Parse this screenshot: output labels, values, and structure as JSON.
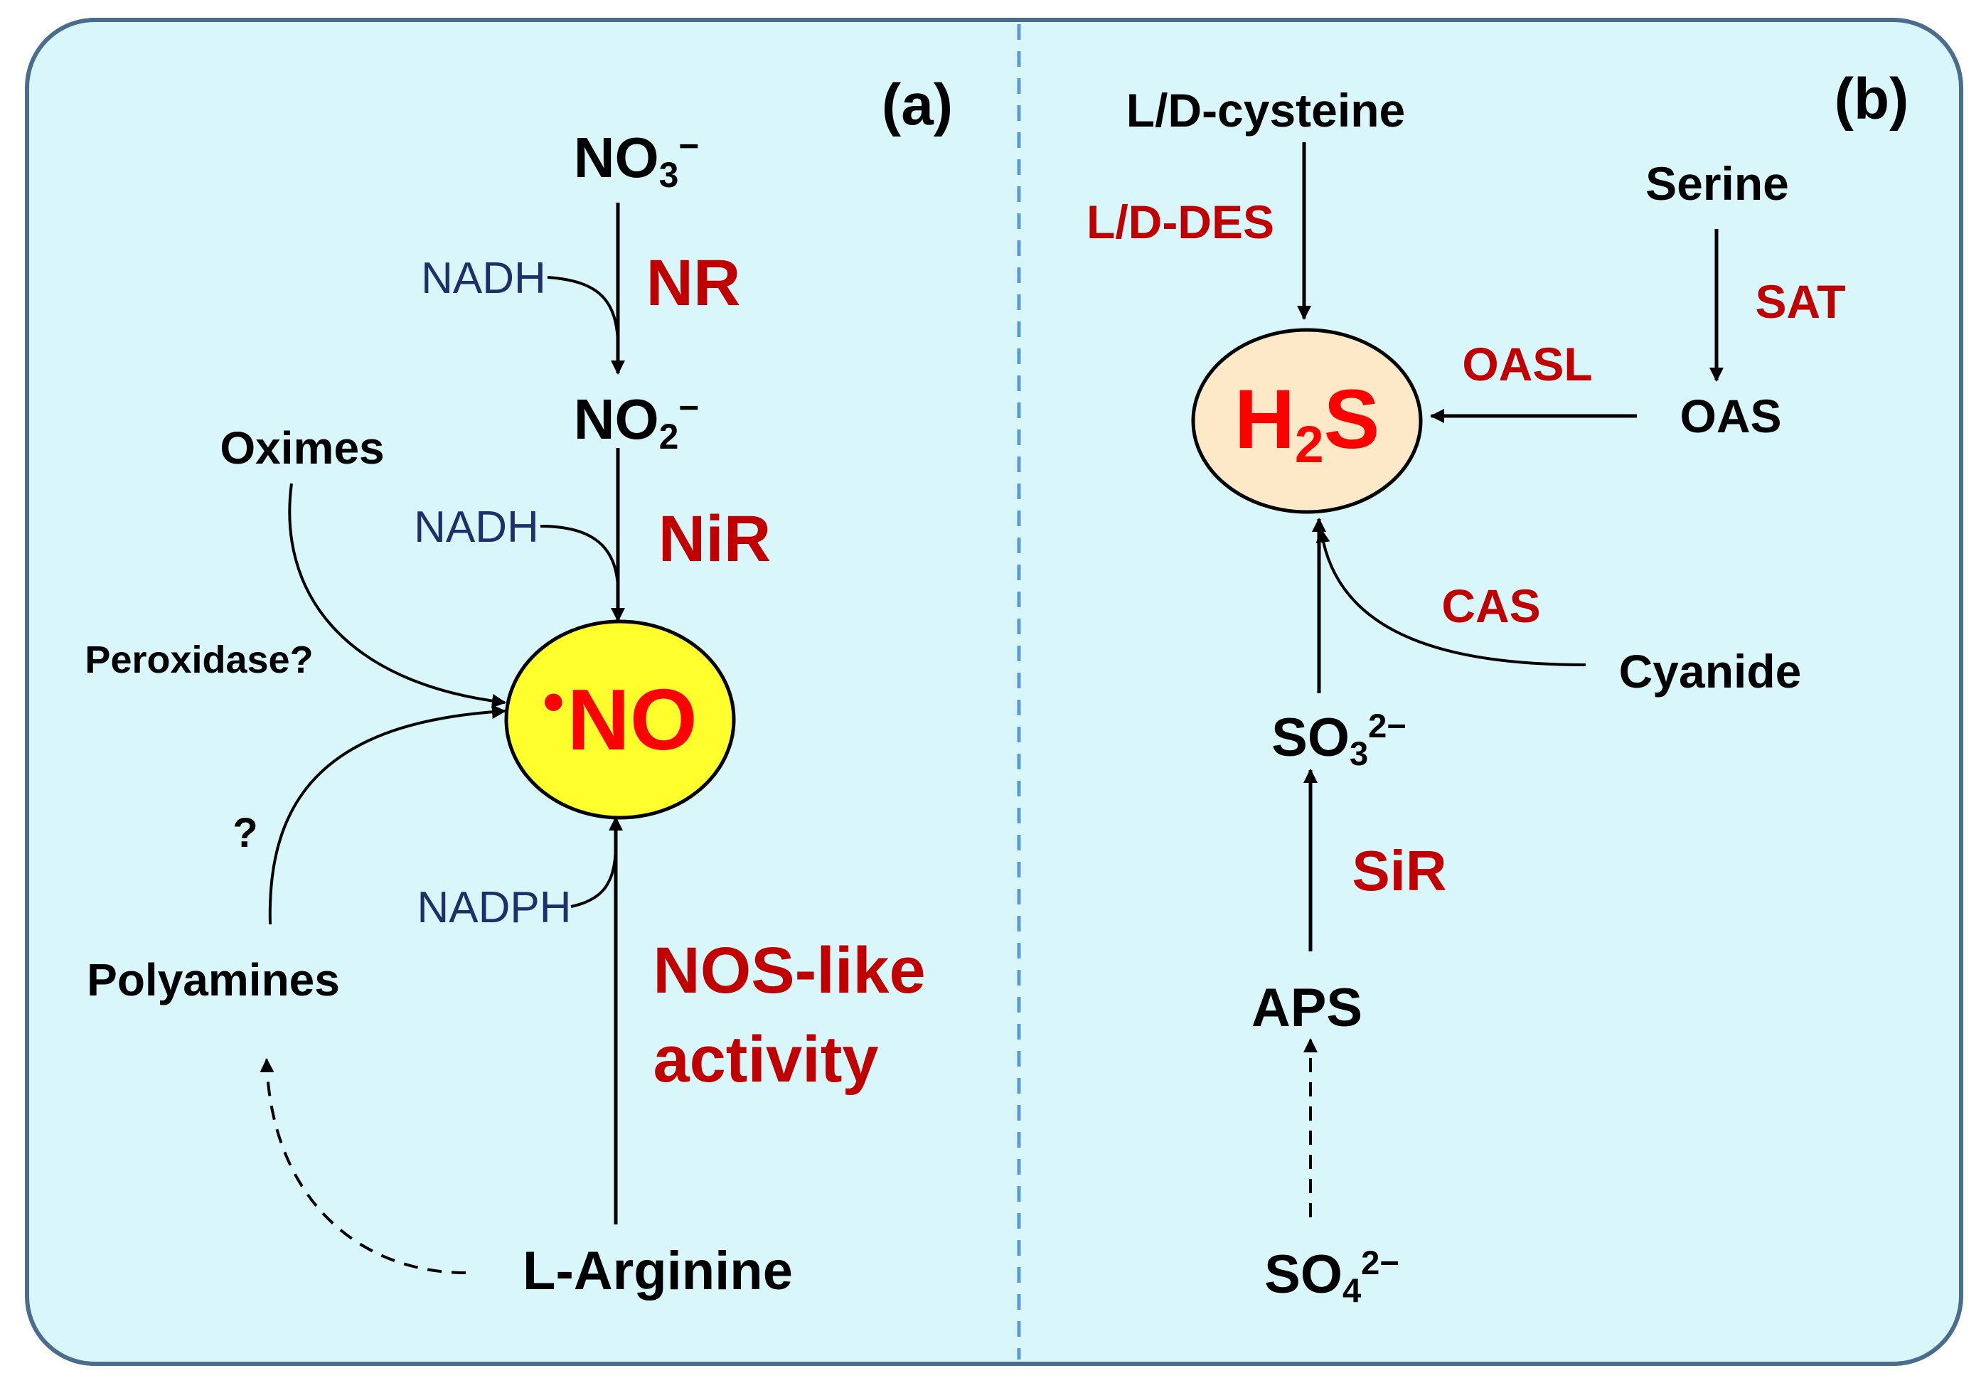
{
  "panel_a": {
    "tag": "(a)",
    "nitrate": {
      "base": "NO",
      "sub": "3",
      "sup": "−"
    },
    "nitrite": {
      "base": "NO",
      "sub": "2",
      "sup": "−"
    },
    "nr": "NR",
    "nir": "NiR",
    "nadh_1": "NADH",
    "nadh_2": "NADH",
    "nadph": "NADPH",
    "oximes": "Oximes",
    "peroxidase": "Peroxidase?",
    "question": "?",
    "polyamines": "Polyamines",
    "l_arginine": "L-Arginine",
    "nos_like_1": "NOS-like",
    "nos_like_2": "activity",
    "no_dot": "•",
    "no_text": "NO"
  },
  "panel_b": {
    "tag": "(b)",
    "cysteine": "L/D-cysteine",
    "des": "L/D-DES",
    "serine": "Serine",
    "sat": "SAT",
    "oasl": "OASL",
    "oas": "OAS",
    "cas": "CAS",
    "cyanide": "Cyanide",
    "sulfite": {
      "base": "SO",
      "sub": "3",
      "sup": "2−"
    },
    "sir": "SiR",
    "aps": "APS",
    "sulfate": {
      "base": "SO",
      "sub": "4",
      "sup": "2−"
    },
    "h2s": {
      "base": "H",
      "sub": "2",
      "tail": "S"
    }
  },
  "colors": {
    "panel_fill": "#d9f7fb",
    "panel_border": "#4a6c8f",
    "divider": "#5b9bd5",
    "no_fill": "#ffff2e",
    "h2s_fill": "#fde9c8",
    "enzyme_red": "#c00000",
    "product_red": "#ff0000",
    "cofactor_navy": "#1f2f6a"
  }
}
